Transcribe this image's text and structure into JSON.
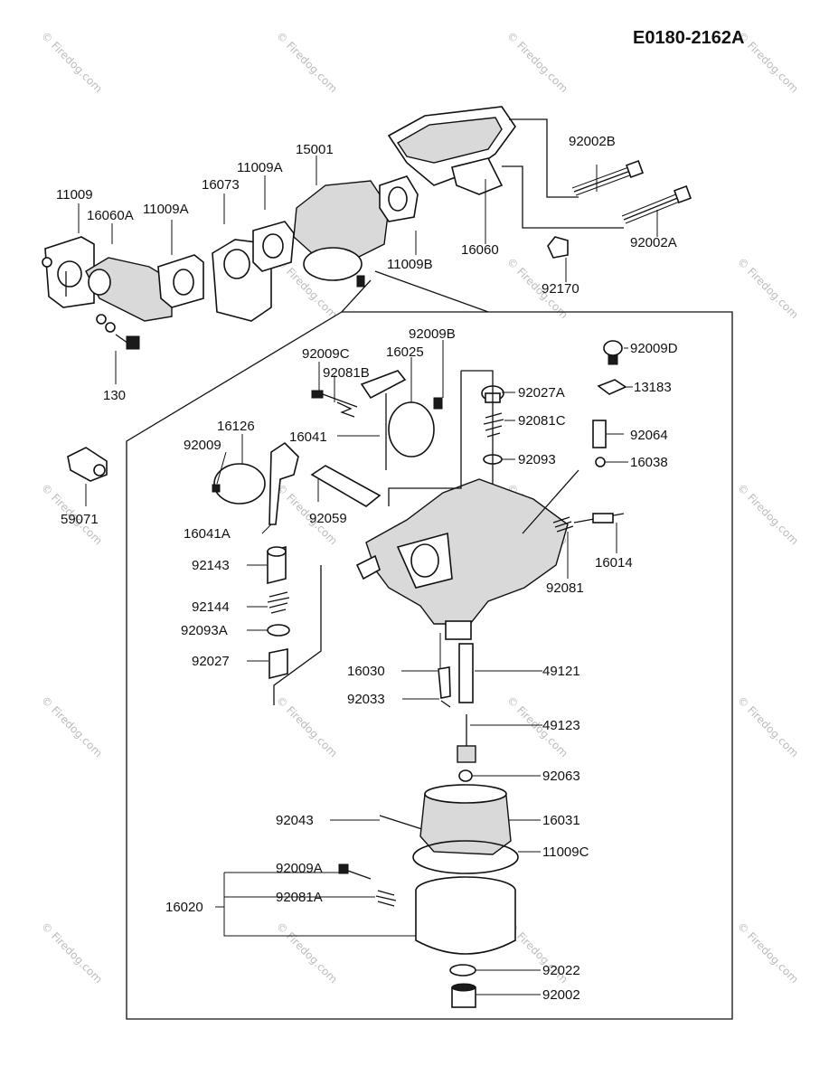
{
  "document_code": "E0180-2162A",
  "watermark": "© Firedog.com",
  "parts": {
    "p11009": "11009",
    "p16060A": "16060A",
    "p11009A_left": "11009A",
    "p16073": "16073",
    "p11009A_right": "11009A",
    "p15001": "15001",
    "p11009B": "11009B",
    "p16060": "16060",
    "p92002B": "92002B",
    "p92002A": "92002A",
    "p92170": "92170",
    "p130": "130",
    "p59071": "59071",
    "p92009C": "92009C",
    "p92009B": "92009B",
    "p16025": "16025",
    "p92081B": "92081B",
    "p16041": "16041",
    "p16126": "16126",
    "p92009": "92009",
    "p16041A": "16041A",
    "p92059": "92059",
    "p92143": "92143",
    "p92144": "92144",
    "p92093A": "92093A",
    "p92027": "92027",
    "p92027A": "92027A",
    "p92081C": "92081C",
    "p92093": "92093",
    "p92009D": "92009D",
    "p13183": "13183",
    "p92064": "92064",
    "p16038": "16038",
    "p16014": "16014",
    "p92081": "92081",
    "p16030": "16030",
    "p92033": "92033",
    "p49121": "49121",
    "p49123": "49123",
    "p92063": "92063",
    "p92043": "92043",
    "p16031": "16031",
    "p11009C": "11009C",
    "p92009A": "92009A",
    "p92081A": "92081A",
    "p16020": "16020",
    "p92022": "92022",
    "p92002": "92002"
  }
}
